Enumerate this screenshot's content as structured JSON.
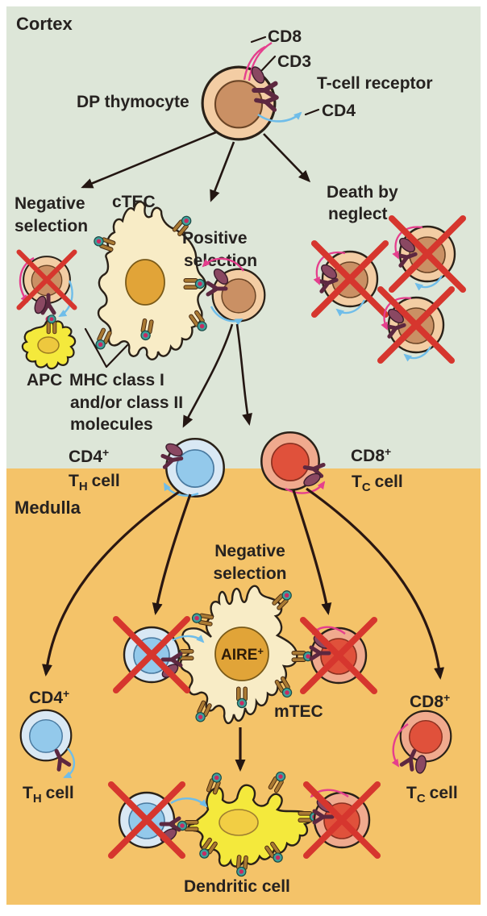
{
  "figure": {
    "cortex_label": "Cortex",
    "medulla_label": "Medulla"
  },
  "labels": {
    "dp_thymocyte": "DP thymocyte",
    "cd8_receptor": "CD8",
    "cd3_receptor": "CD3",
    "t_cell_receptor": "T-cell receptor",
    "cd4_receptor": "CD4",
    "negative_selection_line1": "Negative",
    "negative_selection_line2": "selection",
    "ctec": "cTEC",
    "positive_selection_line1": "Positive",
    "positive_selection_line2": "selection",
    "death_by_neglect_line1": "Death by",
    "death_by_neglect_line2": "neglect",
    "apc": "APC",
    "mhc_line1": "MHC class I",
    "mhc_line2": "and/or class II",
    "mhc_line3": "molecules",
    "medulla_negative_selection_line1": "Negative",
    "medulla_negative_selection_line2": "selection",
    "mtec": "mTEC",
    "dendritic_cell": "Dendritic cell"
  },
  "cell_types": {
    "cd4": {
      "base": "CD4",
      "sup": "+"
    },
    "cd8": {
      "base": "CD8",
      "sup": "+"
    },
    "th": {
      "t": "T",
      "sub": "H",
      "rest": "cell"
    },
    "tc": {
      "t": "T",
      "sub": "C",
      "rest": "cell"
    },
    "aire": {
      "base": "AIRE",
      "sup": "+"
    }
  },
  "colors": {
    "cortex_bg": "#dde6d8",
    "medulla_bg": "#f4c369",
    "thymocyte_body": "#f3cda4",
    "thymocyte_nucleus": "#ca9064",
    "epithelial_body": "#f8ecc6",
    "epithelial_nucleus": "#e1a438",
    "apc_body": "#f4e93c",
    "th_cell_body": "#d9e8f4",
    "th_cell_nucleus": "#93c9eb",
    "tc_cell_body": "#f0aa8e",
    "tc_cell_nucleus": "#e0513b",
    "cross_red": "#d6362e",
    "cd8_pink": "#e53f8d",
    "cd4_blue": "#6fbde9",
    "tcr_dark": "#5d2840",
    "mhc_teal": "#3fa09a",
    "mhc_brown": "#a97a34"
  }
}
